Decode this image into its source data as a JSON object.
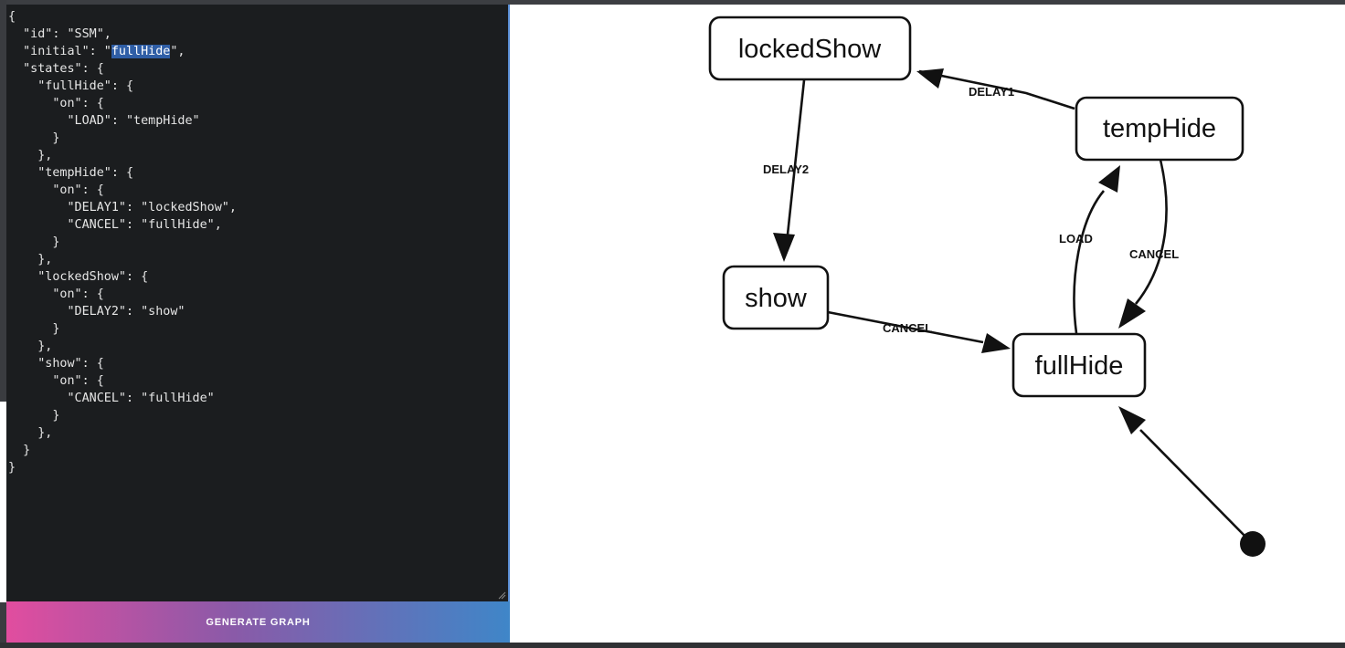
{
  "editor": {
    "json_lines": [
      "{",
      "  \"id\": \"SSM\",",
      "  \"initial\": \"fullHide\",",
      "  \"states\": {",
      "    \"fullHide\": {",
      "      \"on\": {",
      "        \"LOAD\": \"tempHide\"",
      "      }",
      "    },",
      "    \"tempHide\": {",
      "      \"on\": {",
      "        \"DELAY1\": \"lockedShow\",",
      "        \"CANCEL\": \"fullHide\",",
      "      }",
      "    },",
      "    \"lockedShow\": {",
      "      \"on\": {",
      "        \"DELAY2\": \"show\"",
      "      }",
      "    },",
      "    \"show\": {",
      "      \"on\": {",
      "        \"CANCEL\": \"fullHide\"",
      "      }",
      "    },",
      "  }",
      "}"
    ],
    "selected_text": "fullHide",
    "selected_line": 2
  },
  "generate_button": {
    "label": "GENERATE GRAPH"
  },
  "graph": {
    "nodes": [
      {
        "id": "lockedShow",
        "label": "lockedShow"
      },
      {
        "id": "tempHide",
        "label": "tempHide"
      },
      {
        "id": "show",
        "label": "show"
      },
      {
        "id": "fullHide",
        "label": "fullHide"
      }
    ],
    "edges": [
      {
        "from": "tempHide",
        "to": "lockedShow",
        "label": "DELAY1"
      },
      {
        "from": "lockedShow",
        "to": "show",
        "label": "DELAY2"
      },
      {
        "from": "show",
        "to": "fullHide",
        "label": "CANCEL"
      },
      {
        "from": "fullHide",
        "to": "tempHide",
        "label": "LOAD"
      },
      {
        "from": "tempHide",
        "to": "fullHide",
        "label": "CANCEL"
      }
    ],
    "initial_state": "fullHide"
  },
  "colors": {
    "editor_bg": "#1b1d1f",
    "editor_text": "#e6e6e6",
    "selection": "#2f5ea6",
    "button_gradient": [
      "#e14d9f",
      "#8a5aa8",
      "#3f86c8"
    ],
    "graph_bg": "#ffffff"
  }
}
